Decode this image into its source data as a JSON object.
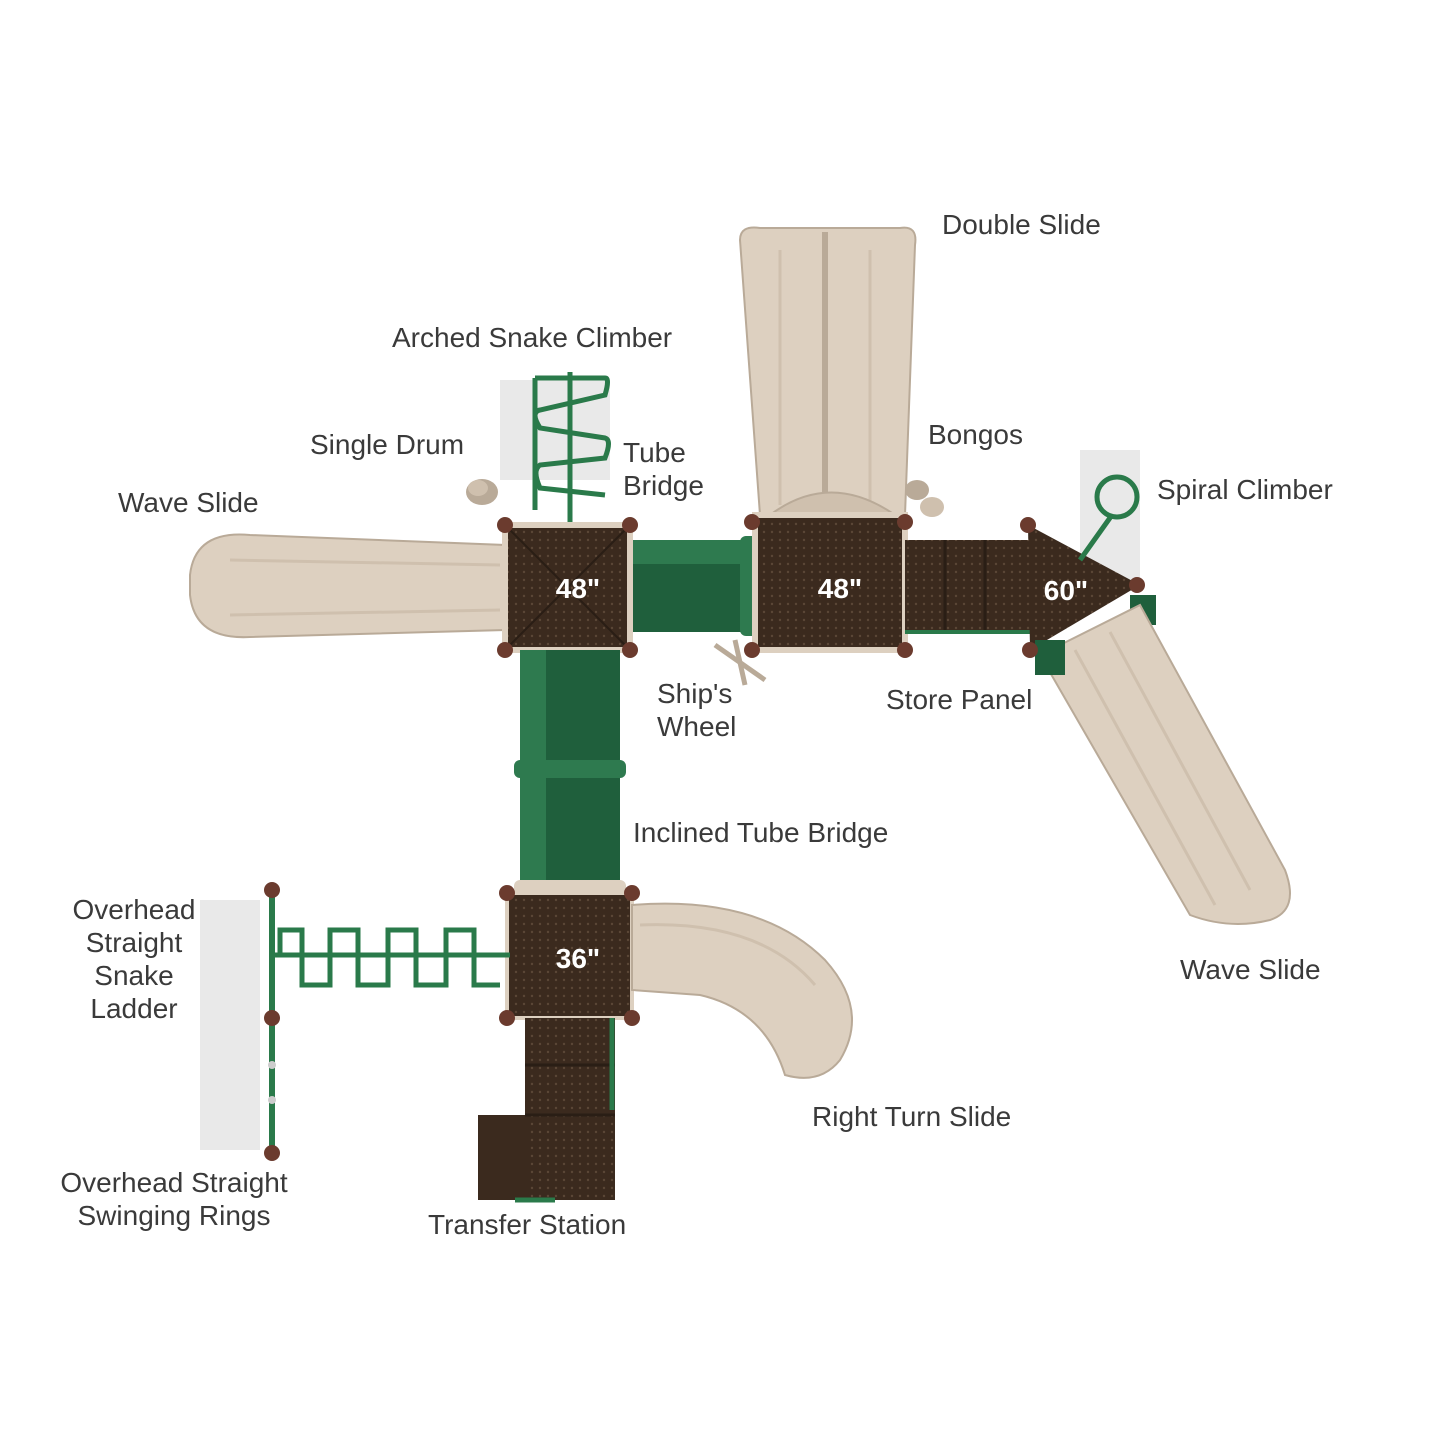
{
  "colors": {
    "slide": "#ddd0c0",
    "slide_shade": "#b9aa98",
    "tube": "#1f5f3c",
    "tube_light": "#2e7a4f",
    "deck": "#3b2a1e",
    "deck_grid": "#5a4636",
    "post": "#2a7a4a",
    "cap": "#6b3b2e",
    "label": "#3a3a3a"
  },
  "decks": {
    "deck_a": "48\"",
    "deck_b": "48\"",
    "deck_c": "60\"",
    "deck_d": "36\""
  },
  "labels": {
    "double_slide": "Double Slide",
    "arched_snake_climber": "Arched Snake Climber",
    "single_drum": "Single Drum",
    "tube_bridge": "Tube\nBridge",
    "bongos": "Bongos",
    "spiral_climber": "Spiral Climber",
    "wave_slide_left": "Wave Slide",
    "ships_wheel": "Ship's\nWheel",
    "store_panel": "Store Panel",
    "inclined_tube_bridge": "Inclined Tube Bridge",
    "overhead_snake_ladder": "Overhead\nStraight\nSnake\nLadder",
    "wave_slide_right": "Wave Slide",
    "right_turn_slide": "Right Turn Slide",
    "overhead_rings": "Overhead Straight\nSwinging Rings",
    "transfer_station": "Transfer Station"
  }
}
